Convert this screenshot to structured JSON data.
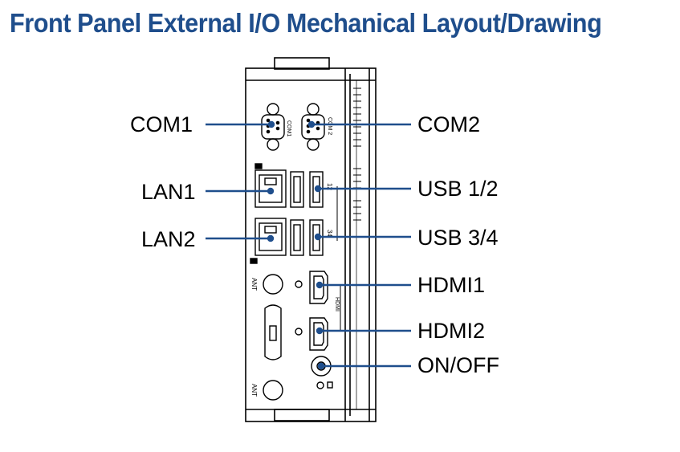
{
  "title": "Front Panel External I/O Mechanical Layout/Drawing",
  "labels": {
    "com1": "COM1",
    "com2": "COM2",
    "lan1": "LAN1",
    "lan2": "LAN2",
    "usb12": "USB 1/2",
    "usb34": "USB 3/4",
    "hdmi1": "HDMI1",
    "hdmi2": "HDMI2",
    "onoff": "ON/OFF"
  },
  "panel_markings": {
    "com1": "COM1",
    "com2": "COM 2",
    "usb12": "12",
    "usb34": "34",
    "ant": "ANT",
    "hdmi": "HDMI"
  },
  "colors": {
    "title": "#1f4e8c",
    "leader": "#1f4e8c",
    "outline": "#000000"
  }
}
